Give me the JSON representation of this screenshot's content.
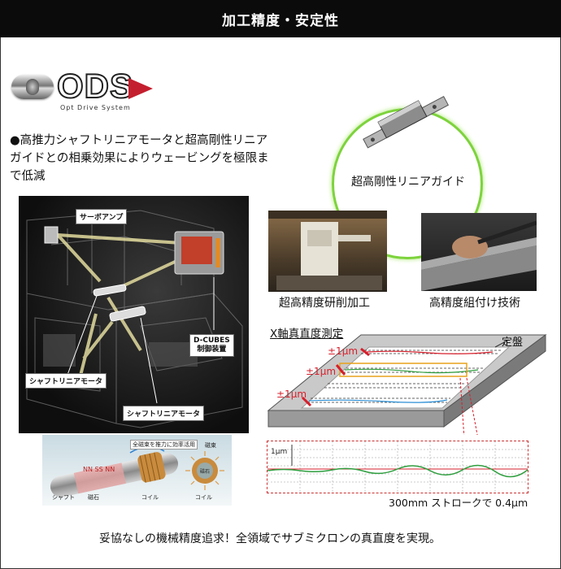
{
  "header": {
    "title": "加工精度・安定性"
  },
  "logo": {
    "text": "ODS",
    "subtitle": "Opt Drive System",
    "arrow_color": "#c41f2e"
  },
  "bullet": {
    "text": "●高推力シャフトリニアモータと超高剛性リニアガイドとの相乗効果によりウェービングを極限まで低減"
  },
  "machine": {
    "labels": {
      "servo_amp": "サーボアンプ",
      "dcubes_line1": "D-CUBES",
      "dcubes_line2": "制御装置",
      "shaft_motor_1": "シャフトリニアモータ",
      "shaft_motor_2": "シャフトリニアモータ"
    }
  },
  "motor_diagram": {
    "annotation": "全磁束を推力に効率活用",
    "flux_label": "磁束",
    "magnet_poles": "NN SS NN",
    "labels": {
      "shaft": "シャフト",
      "magnet": "磁石",
      "coil": "コイル",
      "magnet_center": "磁石",
      "coil_right": "コイル"
    }
  },
  "captions": {
    "linear_guide": "超高剛性リニアガイド",
    "grinding": "超高精度研削加工",
    "assembly": "高精度組付け技術"
  },
  "straightness": {
    "title": "X軸真直度測定",
    "surface_plate": "定盤",
    "tolerance_1": "±1μm",
    "tolerance_2": "±1μm",
    "tolerance_3": "±1μm",
    "scale_label": "1μm",
    "result": "300mm ストロークで 0.4μm"
  },
  "footer": {
    "text": "妥協なしの機械精度追求！全領域でサブミクロンの真直度を実現。"
  },
  "colors": {
    "ring": "#7dd33c",
    "accent_red": "#d61f2b",
    "line_green": "#2f9e3f",
    "line_blue": "#2b8fd6"
  }
}
